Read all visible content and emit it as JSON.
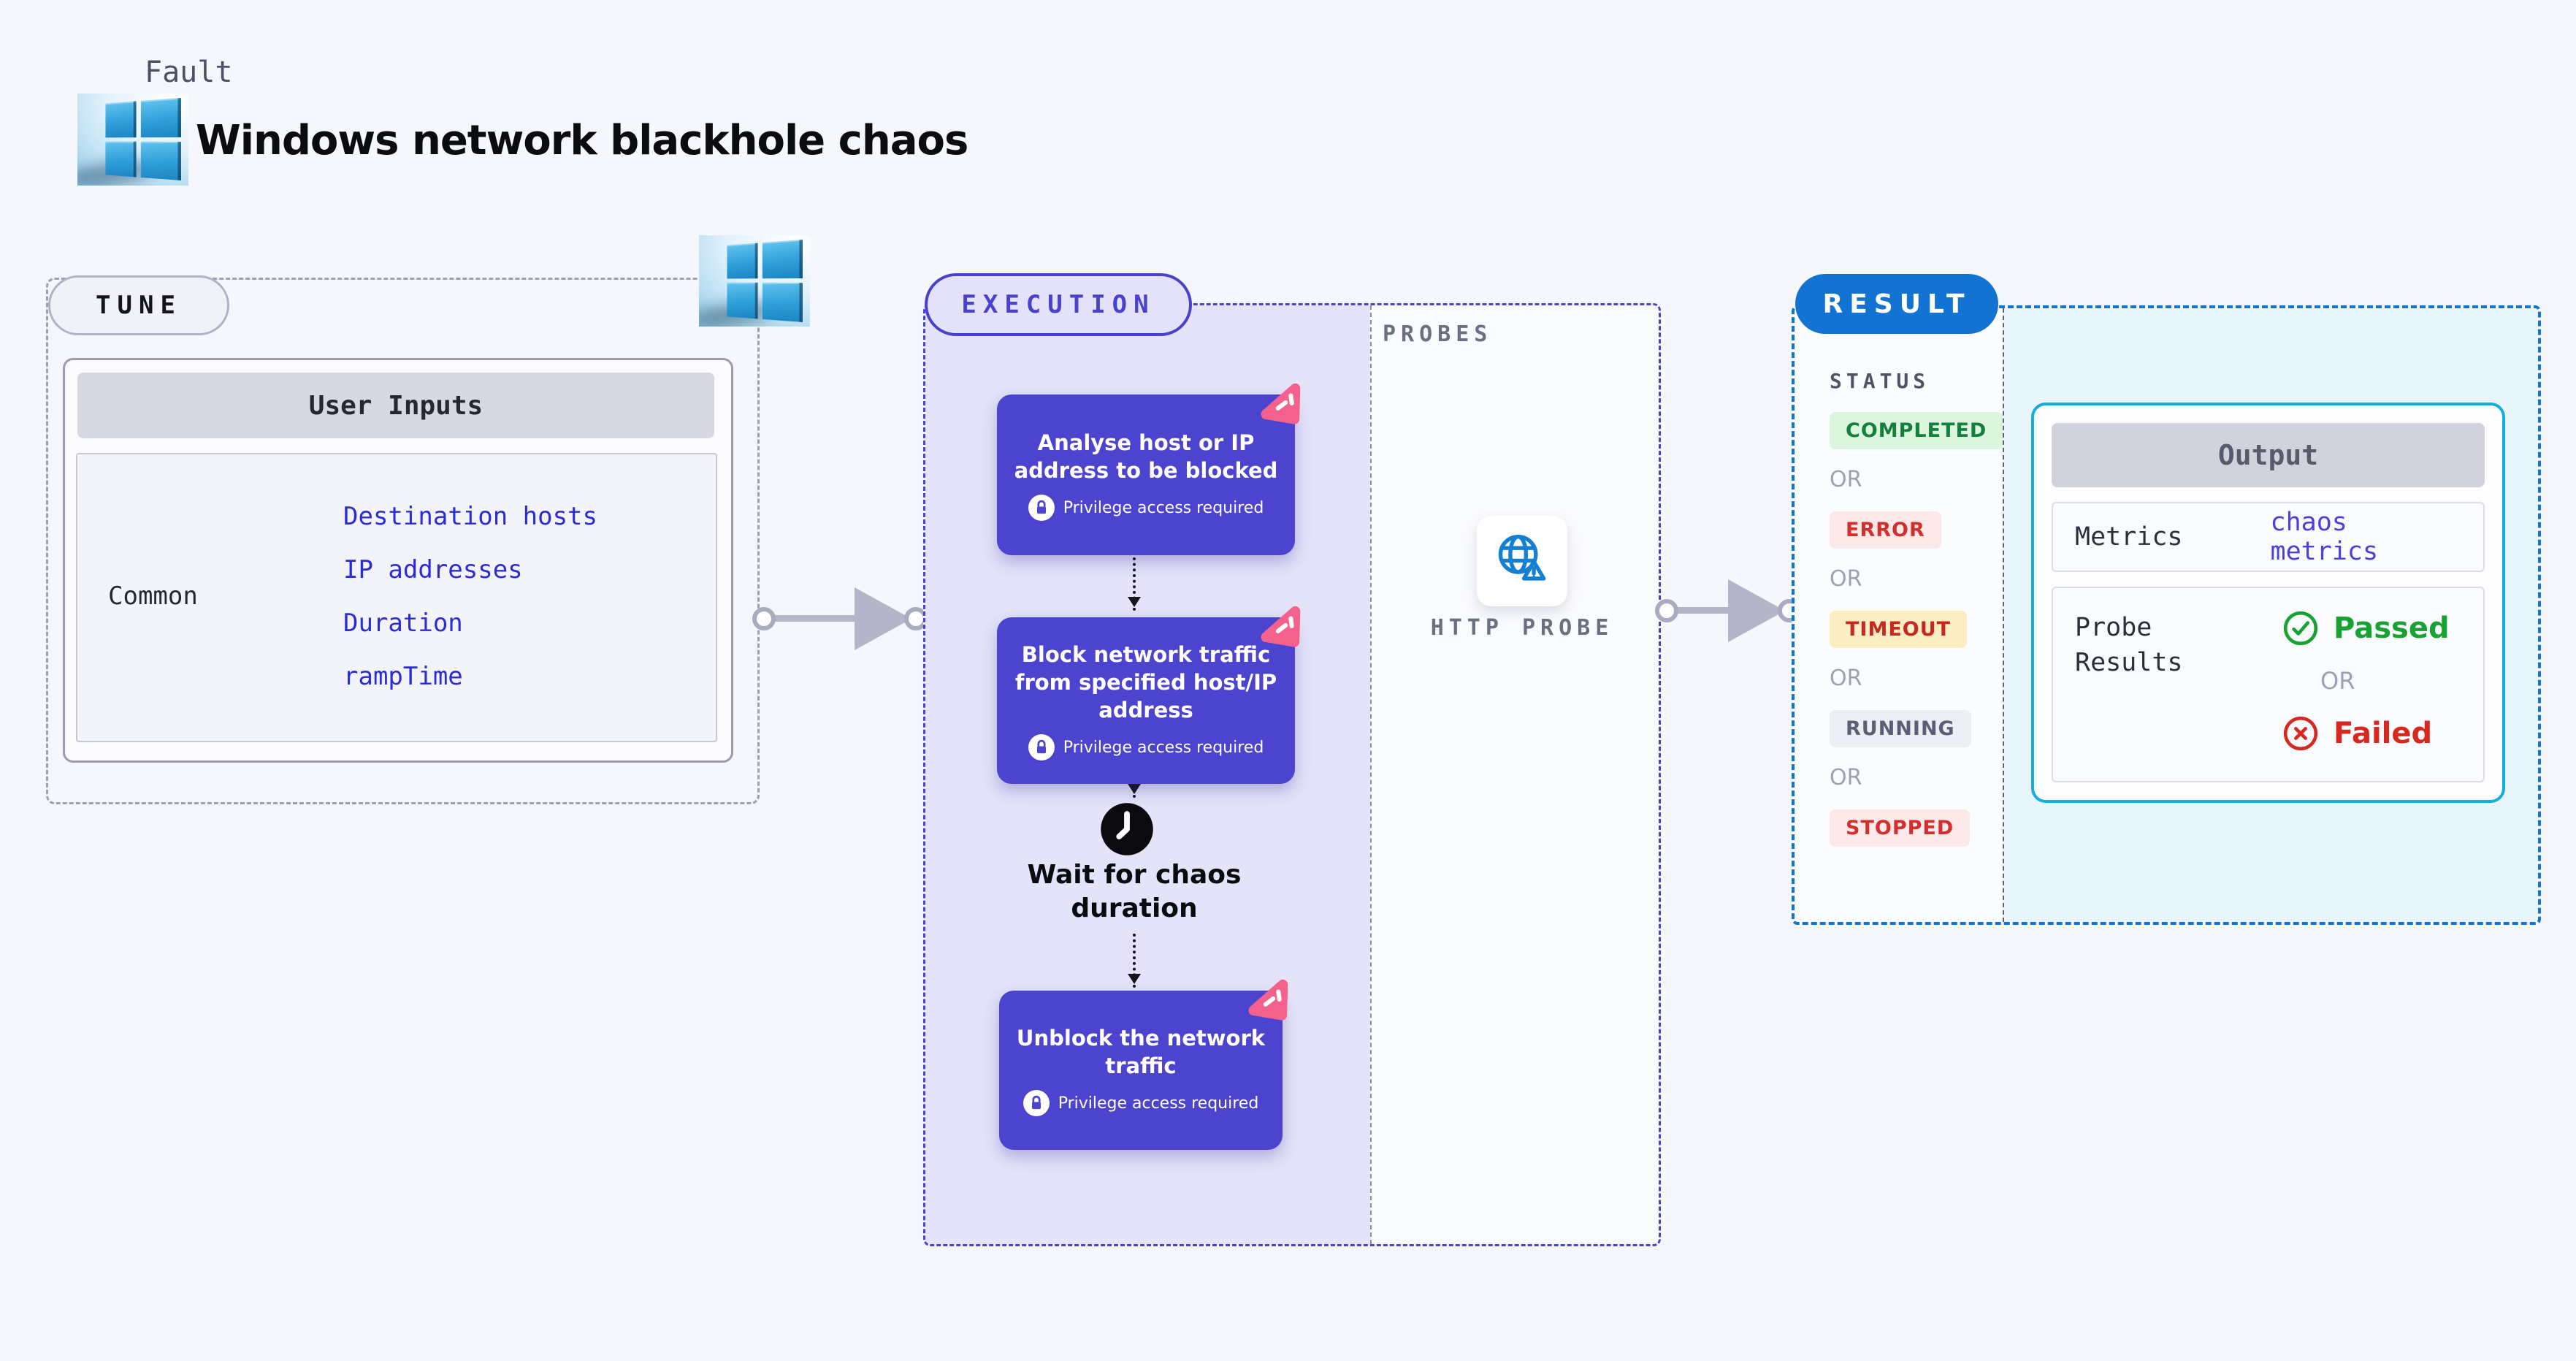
{
  "header": {
    "kicker": "Fault",
    "title": "Windows network blackhole chaos"
  },
  "tune": {
    "label": "TUNE",
    "table": {
      "header": "User Inputs",
      "row_label": "Common",
      "links": [
        "Destination hosts",
        "IP addresses",
        "Duration",
        "rampTime"
      ]
    }
  },
  "execution": {
    "label": "EXECUTION",
    "steps": [
      {
        "title": "Analyse host or IP address to be blocked",
        "badge": "Privilege access required"
      },
      {
        "title": "Block network traffic from specified host/IP address",
        "badge": "Privilege access required"
      },
      {
        "title": "Unblock the network traffic",
        "badge": "Privilege access required"
      }
    ],
    "wait_label": "Wait for chaos duration",
    "probes": {
      "label": "PROBES",
      "probe_name": "HTTP PROBE"
    }
  },
  "result": {
    "label": "RESULT",
    "status_heading": "STATUS",
    "or_label": "OR",
    "statuses": [
      {
        "text": "COMPLETED",
        "fg": "#15803d",
        "bg": "#dcf5dd"
      },
      {
        "text": "ERROR",
        "fg": "#d32f2f",
        "bg": "#fbe9e9"
      },
      {
        "text": "TIMEOUT",
        "fg": "#c62822",
        "bg": "#fbeec3"
      },
      {
        "text": "RUNNING",
        "fg": "#5a5f75",
        "bg": "#eceef4"
      },
      {
        "text": "STOPPED",
        "fg": "#d32f2f",
        "bg": "#fbe9ea"
      }
    ],
    "output": {
      "title": "Output",
      "metrics_label": "Metrics",
      "metrics_link": "chaos metrics",
      "probe_results_label": "Probe Results",
      "passed_label": "Passed",
      "or_label": "OR",
      "failed_label": "Failed"
    }
  },
  "colors": {
    "accent_indigo": "#4a42cc",
    "accent_blue": "#1273d2",
    "accent_cyan": "#14ade2",
    "step_box": "#4c44ce",
    "link_blue": "#2b2bd8",
    "passed_green": "#17a231",
    "failed_red": "#d6281e",
    "chaos_pink": "#f4618d"
  }
}
